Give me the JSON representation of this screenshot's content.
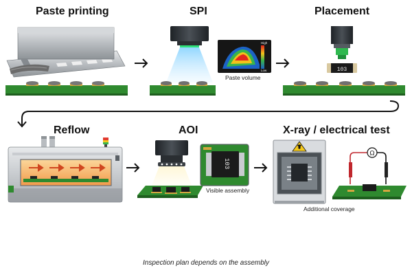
{
  "steps": {
    "paste_printing": "Paste printing",
    "spi": "SPI",
    "placement": "Placement",
    "reflow": "Reflow",
    "aoi": "AOI",
    "xray_electrical": "X-ray / electrical test"
  },
  "captions": {
    "paste_volume": "Paste volume",
    "visible_assembly": "Visible assembly",
    "additional_coverage": "Additional coverage"
  },
  "heatmap_legend": {
    "high": "High",
    "low": "Low"
  },
  "component_marking": "103",
  "multimeter_symbol": "Ω",
  "footer": "Inspection plan depends on the assembly",
  "colors": {
    "pcb": "#2f8a2f",
    "pad": "#d4a640",
    "arrow": "#111111",
    "xray_warning": "#f3c81c"
  },
  "icons": [
    "arrow-right-icon",
    "radiation-warning-icon",
    "omega-icon"
  ]
}
